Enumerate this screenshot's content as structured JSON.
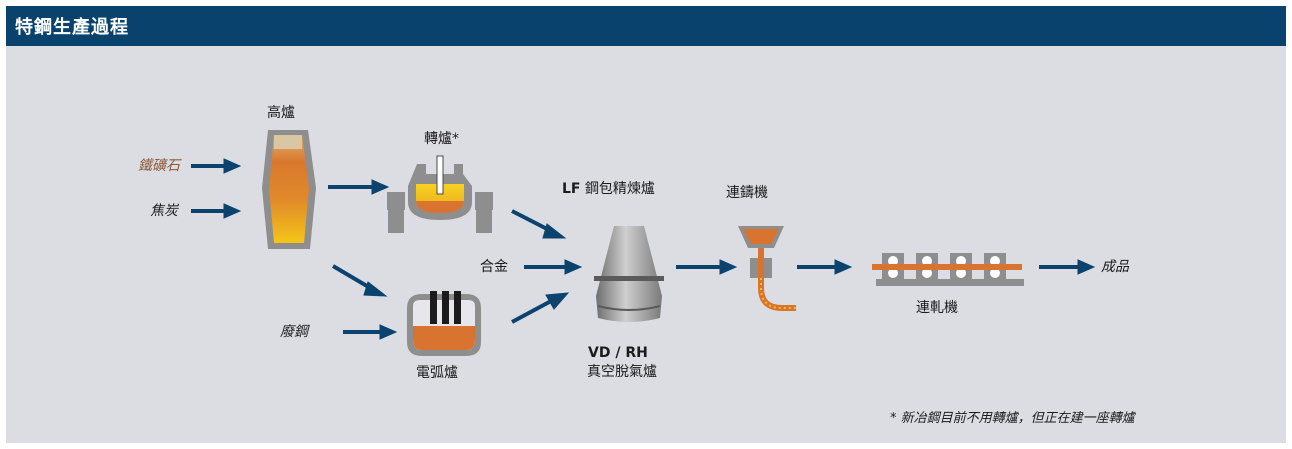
{
  "header": {
    "title": "特鋼生產過程"
  },
  "labels": {
    "blast_furnace": "高爐",
    "iron_ore": "鐵礦石",
    "coke": "焦炭",
    "converter": "轉爐*",
    "scrap": "廢鋼",
    "eaf": "電弧爐",
    "alloy": "合金",
    "lf_code": "LF",
    "lf_name": "鋼包精煉爐",
    "vd_rh": "VD / RH",
    "vacuum": "真空脫氣爐",
    "caster": "連鑄機",
    "rolling": "連軋機",
    "product": "成品"
  },
  "footnote": "* 新冶鋼目前不用轉爐，但正在建一座轉爐",
  "colors": {
    "header_bg": "#08426d",
    "frame_bg": "#dcdde3",
    "arrow": "#0b436e",
    "equipment": "#8e8e8e",
    "molten": "#d97430",
    "hot": "#f2c21c"
  }
}
